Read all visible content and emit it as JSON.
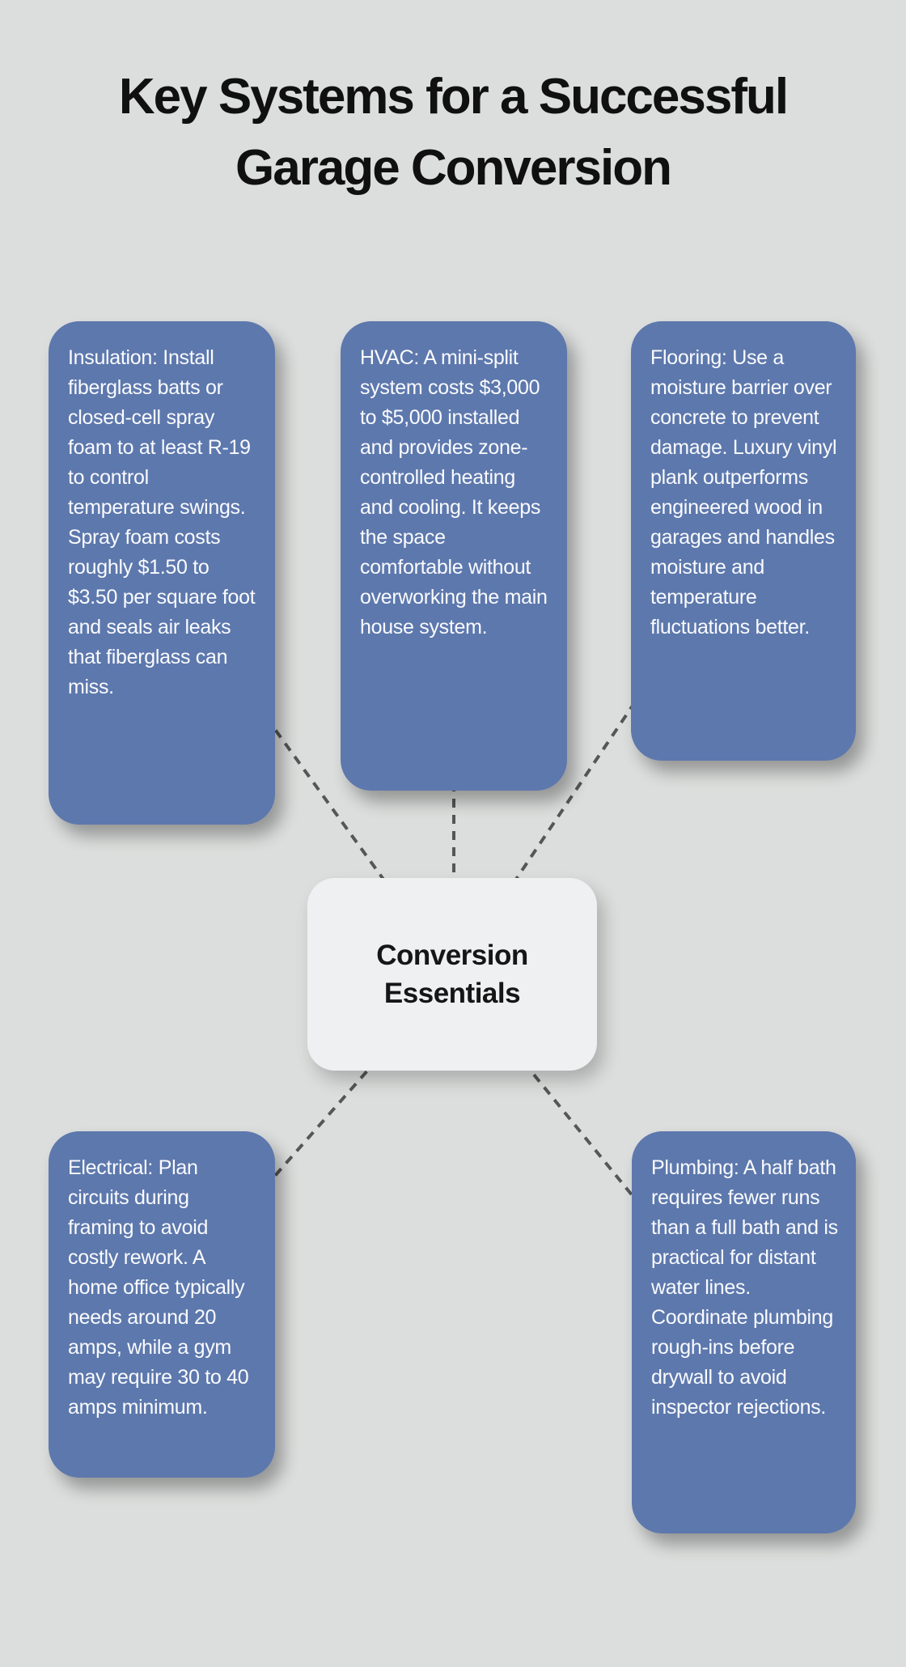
{
  "title": {
    "line1": "Key Systems for a Successful",
    "line2": "Garage Conversion",
    "full": "Key Systems for a Successful Garage Conversion"
  },
  "center": {
    "label": "Conversion Essentials"
  },
  "nodes": {
    "insulation": {
      "text": "Insulation: Install fiberglass batts or closed-cell spray foam to at least R-19 to control temperature swings. Spray foam costs roughly $1.50 to $3.50 per square foot and seals air leaks that fiberglass can miss."
    },
    "hvac": {
      "text": "HVAC: A mini-split system costs $3,000 to $5,000 installed and provides zone-controlled heating and cooling. It keeps the space comfortable without overworking the main house system."
    },
    "flooring": {
      "text": "Flooring: Use a moisture barrier over concrete to prevent damage. Luxury vinyl plank outperforms engineered wood in garages and handles moisture and temperature fluctuations better."
    },
    "electrical": {
      "text": "Electrical: Plan circuits during framing to avoid costly rework. A home office typically needs around 20 amps, while a gym may require 30 to 40 amps minimum."
    },
    "plumbing": {
      "text": "Plumbing: A half bath requires fewer runs than a full bath and is practical for distant water lines. Coordinate plumbing rough-ins before drywall to avoid inspector rejections."
    }
  },
  "colors": {
    "background": "#dcdedd",
    "node_fill": "#5d78ad",
    "node_text": "#fafbfd",
    "center_fill": "#eff0f2",
    "center_text": "#161616",
    "connector": "#565656",
    "title_text": "#101010"
  }
}
